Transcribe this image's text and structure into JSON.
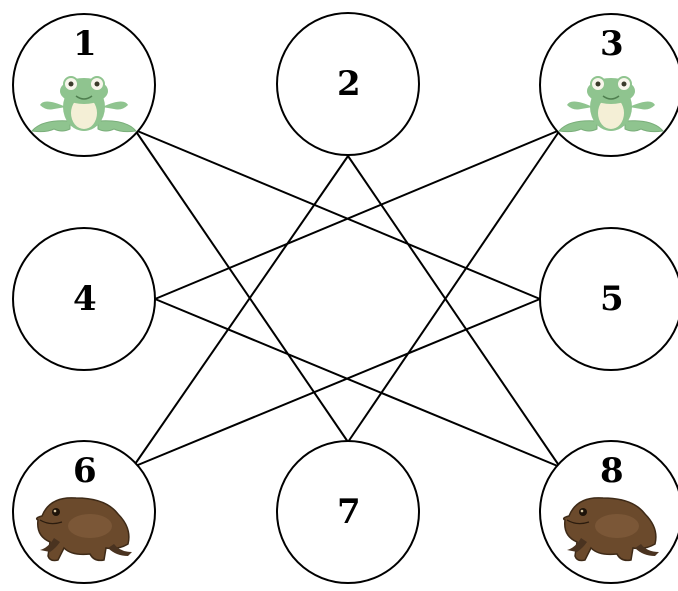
{
  "nodes": [
    {
      "id": "1",
      "label": "1",
      "piece": "green-frog"
    },
    {
      "id": "2",
      "label": "2",
      "piece": ""
    },
    {
      "id": "3",
      "label": "3",
      "piece": "green-frog"
    },
    {
      "id": "4",
      "label": "4",
      "piece": ""
    },
    {
      "id": "5",
      "label": "5",
      "piece": ""
    },
    {
      "id": "6",
      "label": "6",
      "piece": "brown-frog"
    },
    {
      "id": "7",
      "label": "7",
      "piece": ""
    },
    {
      "id": "8",
      "label": "8",
      "piece": "brown-frog"
    }
  ],
  "edges": [
    [
      "1",
      "5"
    ],
    [
      "1",
      "7"
    ],
    [
      "2",
      "6"
    ],
    [
      "2",
      "8"
    ],
    [
      "3",
      "4"
    ],
    [
      "3",
      "7"
    ],
    [
      "4",
      "8"
    ],
    [
      "5",
      "6"
    ]
  ],
  "colors": {
    "green_frog": "#8fc48f",
    "green_frog_belly": "#f4efd6",
    "brown_frog": "#6b4a2c",
    "line": "#000000"
  }
}
